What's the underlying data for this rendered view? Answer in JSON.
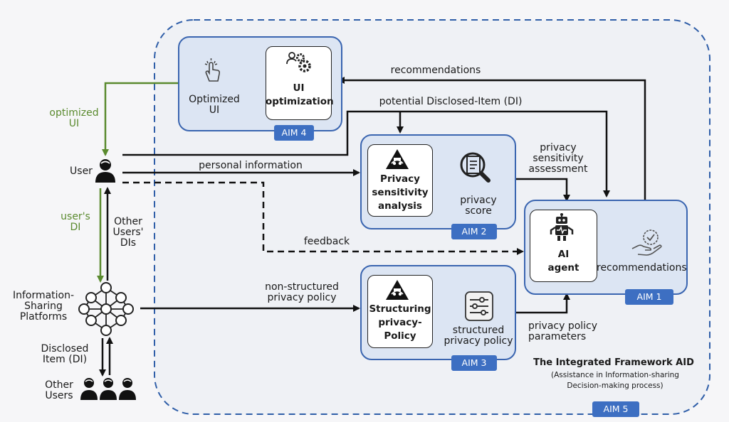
{
  "framework": {
    "title": "The Integrated Framework AID",
    "subtitle": "(Assistance in Information-sharing\nDecision-making process)",
    "aim": "AIM 5"
  },
  "aim4": {
    "left_label": "Optimized\nUI",
    "card_label": "UI\noptimization",
    "aim": "AIM 4"
  },
  "aim2": {
    "card_label": "Privacy\nsensitivity\nanalysis",
    "right_label": "privacy\nscore",
    "aim": "AIM 2"
  },
  "aim3": {
    "card_label": "Structuring\nprivacy-\nPolicy",
    "right_label": "structured\nprivacy policy",
    "aim": "AIM 3"
  },
  "aim1": {
    "card_label": "AI\nagent",
    "right_label": "recommendations",
    "aim": "AIM 1"
  },
  "actors": {
    "user": "User",
    "platforms": "Information-\nSharing\nPlatforms",
    "other_users": "Other\nUsers"
  },
  "flows": {
    "recommendations": "recommendations",
    "potential_di": "potential Disclosed-Item (DI)",
    "personal_information": "personal information",
    "feedback": "feedback",
    "privacy_sensitivity_assessment": "privacy\nsensitivity\nassessment",
    "non_structured_policy": "non-structured\nprivacy policy",
    "policy_parameters": "privacy policy\nparameters",
    "optimized_ui": "optimized\nUI",
    "users_di": "user's\nDI",
    "other_users_dis": "Other\nUsers'\nDIs",
    "disclosed_item": "Disclosed\nItem (DI)"
  },
  "colors": {
    "framework_border": "#2f5ea8",
    "pane_fill": "#dce5f3",
    "aim_badge": "#3d6fc2",
    "green_flow": "#5a8a2e",
    "arrow": "#111111"
  },
  "icons": [
    "tap-hand-icon",
    "gear-person-icon",
    "anonymous-incognito-icon",
    "magnifier-document-icon",
    "sliders-icon",
    "robot-icon",
    "hand-checkmark-icon",
    "user-icon",
    "network-icon",
    "group-users-icon"
  ]
}
